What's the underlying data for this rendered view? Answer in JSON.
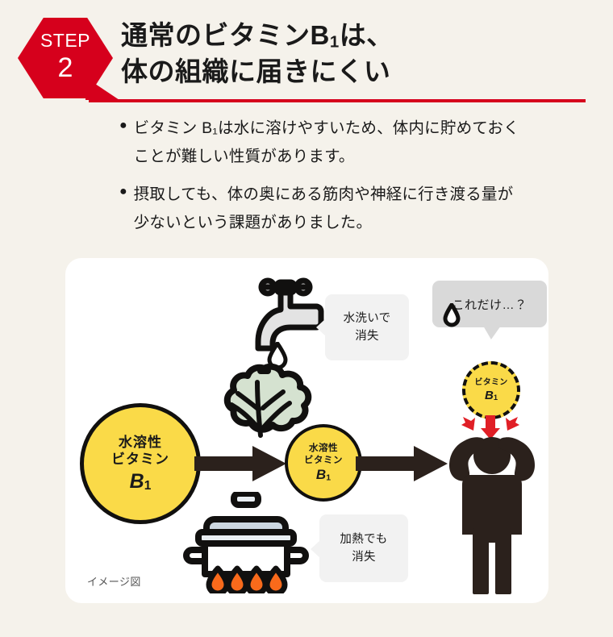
{
  "page": {
    "background_color": "#f5f2eb",
    "accent_red": "#d6001c",
    "yellow": "#fada48",
    "text_dark": "#1a1a1a"
  },
  "header": {
    "badge": {
      "step_label": "STEP",
      "step_number": "2",
      "shape": "hexagon",
      "color": "#d6001c"
    },
    "title_line1_a": "通常のビタミンB",
    "title_line1_sub": "1",
    "title_line1_b": "は、",
    "title_line2": "体の組織に届きにくい",
    "rule_color": "#d6001c"
  },
  "bullets": [
    {
      "marker": "●",
      "text": "ビタミン B₁は水に溶けやすいため、体内に貯めておく\nことが難しい性質があります。"
    },
    {
      "marker": "●",
      "text": "摂取しても、体の奥にある筋肉や神経に行き渡る量が\n少ないという課題がありました。"
    }
  ],
  "diagram": {
    "caption": "イメージ図",
    "circle_big": {
      "line1": "水溶性",
      "line2": "ビタミン",
      "line3": "B",
      "line3_sub": "1"
    },
    "circle_mid": {
      "line1": "水溶性",
      "line2": "ビタミン",
      "line3": "B",
      "line3_sub": "1"
    },
    "circle_dashed": {
      "line1": "ビタミン",
      "line2": "B",
      "line2_sub": "1"
    },
    "callout_wash": {
      "line1": "水洗いで",
      "line2": "消失"
    },
    "callout_heat": {
      "line1": "加熱でも",
      "line2": "消失"
    },
    "callout_only": {
      "text": "これだけ…？"
    },
    "icons": {
      "faucet": "faucet-icon",
      "droplet": "water-droplet-icon",
      "lettuce": "lettuce-icon",
      "pot": "cooking-pot-icon",
      "flames": "flame-icon",
      "person": "person-icon",
      "red_arrows": "red-down-arrows-icon",
      "mini_drop": "small-droplet-icon"
    },
    "arrow_color": "#2b211c",
    "flame_color": "#f96a1b",
    "red_arrow_color": "#e01f26",
    "lettuce_color": "#d5e2d0"
  }
}
